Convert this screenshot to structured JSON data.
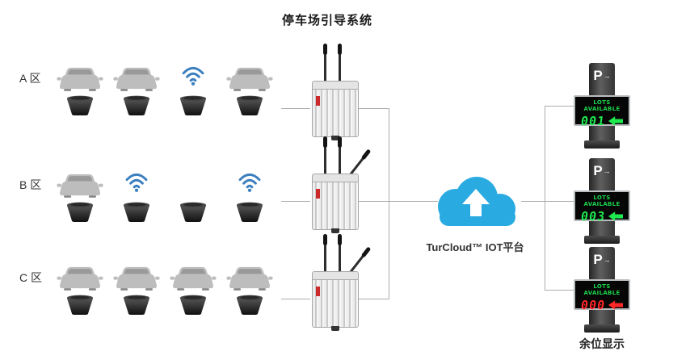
{
  "title": "停车场引导系统",
  "zones": [
    {
      "label": "A 区",
      "slots": [
        "car",
        "car",
        "wifi",
        "car"
      ]
    },
    {
      "label": "B 区",
      "slots": [
        "car",
        "wifi",
        "empty",
        "wifi"
      ]
    },
    {
      "label": "C 区",
      "slots": [
        "car",
        "car",
        "car",
        "car"
      ]
    }
  ],
  "gateways": [
    {
      "antennas": 2
    },
    {
      "antennas": 3
    },
    {
      "antennas": 3
    }
  ],
  "cloud": {
    "label": "TurCloud™ IOT平台"
  },
  "displays": [
    {
      "sign_letter": "P",
      "sign_arrow": "→",
      "panel_title": "LOTS AVAILABLE",
      "count": "001",
      "state": "available",
      "digit_color": "#1ee94f",
      "arrow_dir": "left"
    },
    {
      "sign_letter": "P",
      "sign_arrow": "→",
      "panel_title": "LOTS AVAILABLE",
      "count": "003",
      "state": "available",
      "digit_color": "#1ee94f",
      "arrow_dir": "left"
    },
    {
      "sign_letter": "P",
      "sign_arrow": "→",
      "panel_title": "LOTS AVAILABLE",
      "count": "000",
      "state": "full",
      "digit_color": "#ff2727",
      "arrow_dir": "left"
    }
  ],
  "footer_label": "余位显示",
  "colors": {
    "cloud_blue": "#29abe2",
    "wifi_blue": "#3b7fbf",
    "led_green": "#1ee94f",
    "led_red": "#ff2727",
    "line_gray": "#adadad"
  }
}
